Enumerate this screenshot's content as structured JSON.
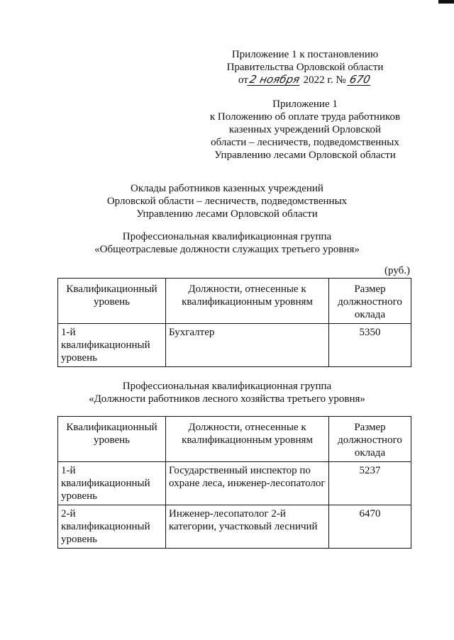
{
  "appendix_order": {
    "line1": "Приложение 1 к постановлению",
    "line2": "Правительства Орловской области",
    "from_prefix": "от",
    "date_handwritten": "2 ноября",
    "year_text": "2022 г. №",
    "number_handwritten": "670"
  },
  "appendix_regulation": {
    "line1": "Приложение 1",
    "line2": "к Положению об оплате труда работников",
    "line3": "казенных учреждений Орловской",
    "line4": "области – лесничеств, подведомственных",
    "line5": "Управлению лесами Орловской области"
  },
  "title": {
    "line1": "Оклады работников казенных учреждений",
    "line2": "Орловской области – лесничеств, подведомственных",
    "line3": "Управлению лесами Орловской области"
  },
  "group1": {
    "line1": "Профессиональная квалификационная группа",
    "line2": "«Общеотраслевые должности служащих третьего уровня»"
  },
  "unit": "(руб.)",
  "table_headers": {
    "level": "Квалификационный уровень",
    "positions": "Должности, отнесенные к квалификационным уровням",
    "salary": "Размер должностного оклада"
  },
  "table1_rows": [
    {
      "level": "1-й квалификационный уровень",
      "positions": "Бухгалтер",
      "salary": "5350"
    }
  ],
  "group2": {
    "line1": "Профессиональная квалификационная группа",
    "line2": "«Должности работников лесного хозяйства третьего уровня»"
  },
  "table2_rows": [
    {
      "level": "1-й квалификационный уровень",
      "positions": "Государственный инспектор по охране леса, инженер-лесопатолог",
      "salary": "5237"
    },
    {
      "level": "2-й квалификационный уровень",
      "positions": "Инженер-лесопатолог 2-й категории, участковый лесничий",
      "salary": "6470"
    }
  ]
}
